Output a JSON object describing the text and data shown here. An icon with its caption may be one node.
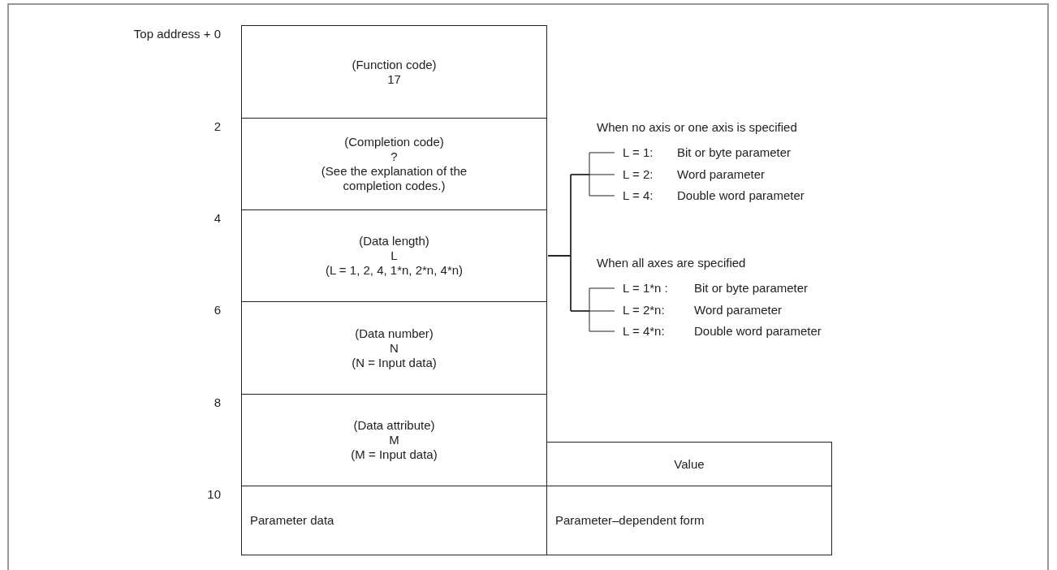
{
  "diagram": {
    "nodes": [
      {
        "text": [
          "(Function code)",
          "17"
        ]
      },
      {
        "text": [
          "(Completion code)",
          "?",
          "(See the explanation of the completion codes.)"
        ]
      },
      {
        "text": [
          "(Data length)",
          "L",
          "(L = 1, 2, 4, 1*n, 2*n, 4*n)"
        ]
      },
      {
        "text": [
          "(Data number)",
          "N",
          "(N = Input data)"
        ]
      },
      {
        "text": [
          "(Data attribute)",
          "M",
          "(M = Input data)"
        ]
      },
      {
        "text": [
          "Parameter data"
        ]
      },
      {
        "text": [
          "Value"
        ]
      },
      {
        "text": [
          "Parameter–dependent form"
        ]
      },
      {
        "text": [
          "L = 1:",
          "Bit or byte parameter"
        ]
      },
      {
        "text": [
          "L = 2:",
          "Word parameter"
        ]
      },
      {
        "text": [
          "L = 4:",
          "Double word parameter"
        ]
      },
      {
        "text": [
          "L = 1*n :",
          "Bit or byte parameter"
        ]
      },
      {
        "text": [
          "L = 2*n:",
          "Word parameter"
        ]
      },
      {
        "text": [
          "L = 4*n:",
          "Double word parameter"
        ]
      }
    ],
    "edges": [
      {
        "from": 2,
        "to": 8,
        "arrow": "none"
      },
      {
        "from": 2,
        "to": 9,
        "arrow": "none"
      },
      {
        "from": 2,
        "to": 10,
        "arrow": "none"
      },
      {
        "from": 2,
        "to": 11,
        "arrow": "none"
      },
      {
        "from": 2,
        "to": 12,
        "arrow": "none"
      },
      {
        "from": 2,
        "to": 13,
        "arrow": "none"
      }
    ],
    "labels": [
      "Top address + 0",
      "When no axis or one axis is specified",
      "2",
      "4",
      "When all axes are specified",
      "6",
      "8",
      "10"
    ]
  }
}
